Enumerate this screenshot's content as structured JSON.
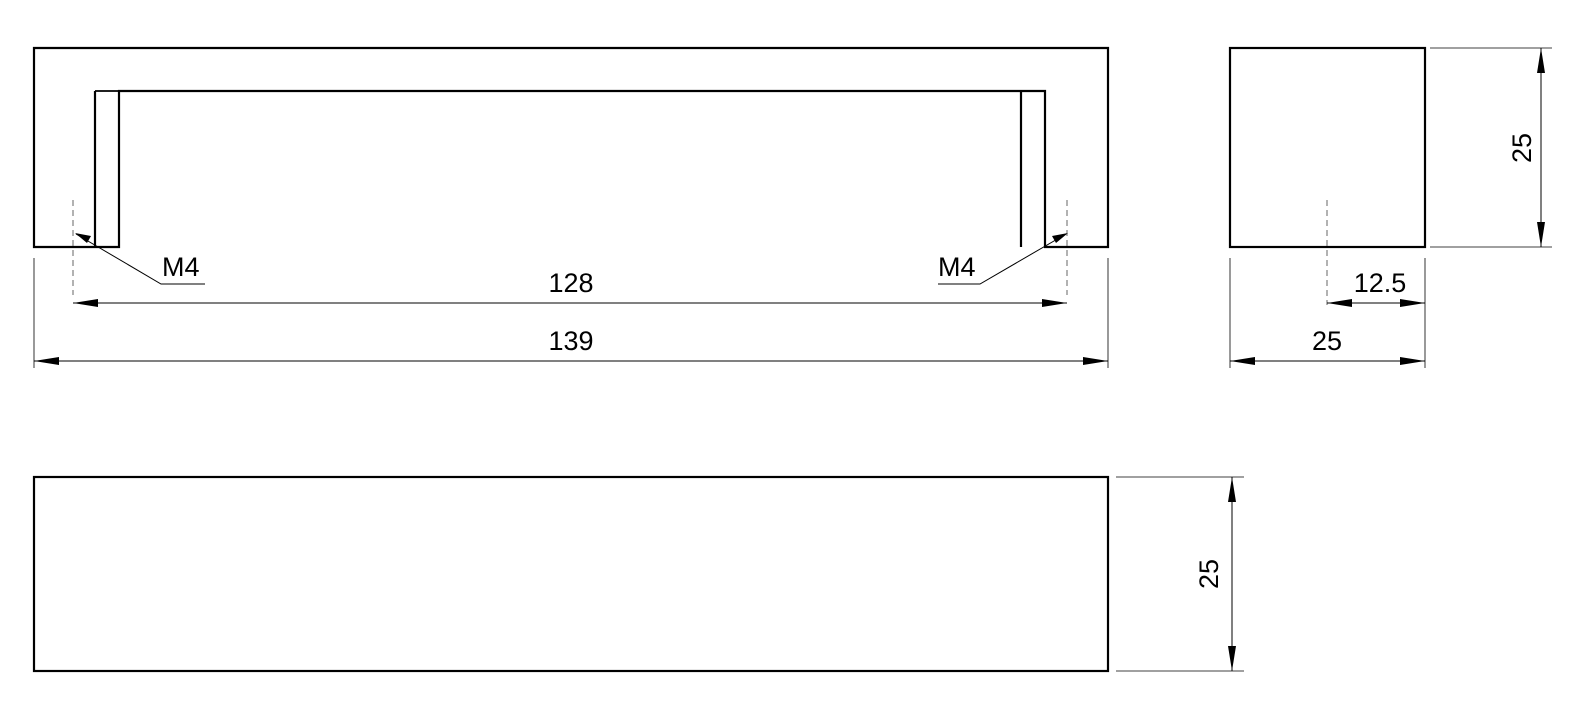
{
  "dimensions": {
    "top_view_width": "139",
    "hole_spacing": "128",
    "thread_left": "M4",
    "thread_right": "M4",
    "side_view_width": "25",
    "side_view_height": "25",
    "hole_offset": "12.5",
    "bottom_view_height": "25"
  },
  "colors": {
    "line": "#000000",
    "background": "#ffffff"
  }
}
